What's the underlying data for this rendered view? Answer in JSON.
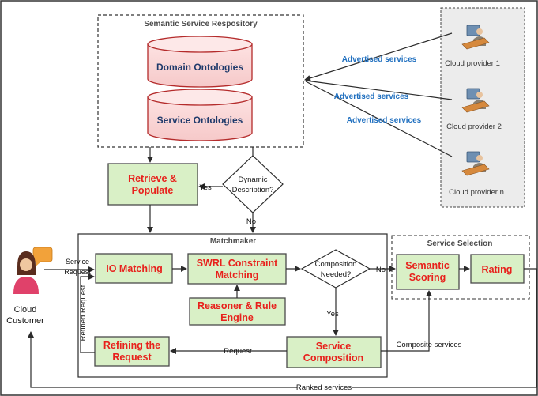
{
  "repository": {
    "title": "Semantic Service Respository",
    "db1": "Domain Ontologies",
    "db2": "Service Ontologies"
  },
  "providers": {
    "p1": "Cloud provider 1",
    "p2": "Cloud provider 2",
    "pn": "Cloud provider n",
    "adv1": "Advertised services",
    "adv2": "Advertised services",
    "adv3": "Advertised services"
  },
  "flow": {
    "retrieve_l1": "Retrieve &",
    "retrieve_l2": "Populate",
    "dynamic_l1": "Dynamic",
    "dynamic_l2": "Description?",
    "yes1": "Yes",
    "no1": "No",
    "matchmaker": "Matchmaker",
    "service_request_l1": "Service",
    "service_request_l2": "Request",
    "io": "IO Matching",
    "swrl_l1": "SWRL Constraint",
    "swrl_l2": "Matching",
    "reasoner_l1": "Reasoner & Rule",
    "reasoner_l2": "Engine",
    "comp_q_l1": "Composition",
    "comp_q_l2": "Needed?",
    "no2": "No",
    "yes2": "Yes",
    "service_comp_l1": "Service",
    "service_comp_l2": "Composition",
    "refining_l1": "Refining the",
    "refining_l2": "Request",
    "request": "Request",
    "refined_request": "Refined Request",
    "selection": "Service Selection",
    "scoring_l1": "Semantic",
    "scoring_l2": "Scoring",
    "rating": "Rating",
    "composite": "Composite services",
    "ranked": "Ranked services",
    "customer_l1": "Cloud",
    "customer_l2": "Customer"
  }
}
